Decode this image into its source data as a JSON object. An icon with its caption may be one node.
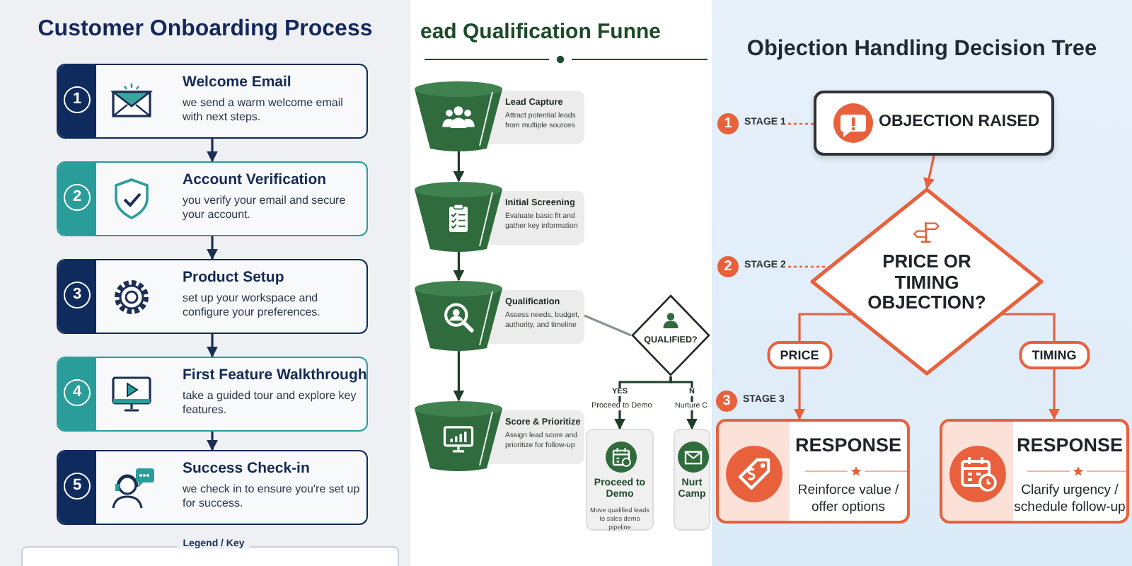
{
  "diagram": {
    "nodes": [
      {
        "text": [
          "1",
          "Welcome Email",
          "we send a warm welcome email with next steps."
        ]
      },
      {
        "text": [
          "2",
          "Account Verification",
          "you verify your email and secure your account."
        ]
      },
      {
        "text": [
          "3",
          "Product Setup",
          "set up your workspace and configure your preferences."
        ]
      },
      {
        "text": [
          "4",
          "First Feature Walkthrough",
          "take a guided tour and explore key features."
        ]
      },
      {
        "text": [
          "5",
          "Success Check-in",
          "we check in to ensure you're set up for success."
        ]
      },
      {
        "text": [
          "Lead Capture",
          "Attract potential leads from multiple sources"
        ]
      },
      {
        "text": [
          "Initial Screening",
          "Evaluate basic fit and gather key information"
        ]
      },
      {
        "text": [
          "Qualification",
          "Assess needs, budget, authority, and timeline"
        ]
      },
      {
        "text": [
          "Score & Prioritize",
          "Assign lead score and prioritize for follow-up"
        ]
      },
      {
        "text": [
          "QUALIFIED?"
        ]
      },
      {
        "text": [
          "Proceed to Demo",
          "Move qualified leads to sales demo pipeline"
        ]
      },
      {
        "text": [
          "Nurt Camp"
        ]
      },
      {
        "text": [
          "OBJECTION RAISED"
        ]
      },
      {
        "text": [
          "PRICE OR TIMING OBJECTION?"
        ]
      },
      {
        "text": [
          "RESPONSE",
          "Reinforce value / offer options"
        ]
      },
      {
        "text": [
          "RESPONSE",
          "Clarify urgency / schedule follow-up"
        ]
      },
      {
        "text": [
          "1",
          "STAGE 1"
        ]
      },
      {
        "text": [
          "2",
          "STAGE 2"
        ]
      },
      {
        "text": [
          "3",
          "STAGE 3"
        ]
      }
    ],
    "edges": [
      {
        "from": 0,
        "to": 1,
        "arrow": "to",
        "color": "#1b2f55"
      },
      {
        "from": 1,
        "to": 2,
        "arrow": "to",
        "color": "#1b2f55"
      },
      {
        "from": 2,
        "to": 3,
        "arrow": "to",
        "color": "#1b2f55"
      },
      {
        "from": 3,
        "to": 4,
        "arrow": "to",
        "color": "#1b2f55"
      },
      {
        "from": 5,
        "to": 6,
        "arrow": "to"
      },
      {
        "from": 6,
        "to": 7,
        "arrow": "to"
      },
      {
        "from": 7,
        "to": 8,
        "arrow": "to"
      },
      {
        "from": 7,
        "to": 9,
        "arrow": "none",
        "color": "#8a968d"
      },
      {
        "from": 9,
        "to": 10,
        "arrow": "to",
        "label": "YES"
      },
      {
        "from": 9,
        "to": 11,
        "arrow": "to",
        "label": "N"
      },
      {
        "from": 12,
        "to": 13,
        "arrow": "to",
        "color": "#e8603c"
      },
      {
        "from": 13,
        "to": 14,
        "arrow": "to",
        "label": "PRICE",
        "color": "#e8603c"
      },
      {
        "from": 13,
        "to": 15,
        "arrow": "to",
        "label": "TIMING",
        "color": "#e8603c"
      },
      {
        "from": 16,
        "to": 12,
        "arrow": "none",
        "style": "dashed",
        "color": "#e8603c"
      },
      {
        "from": 17,
        "to": 13,
        "arrow": "none",
        "style": "dashed",
        "color": "#e8603c"
      }
    ],
    "labels": [
      "Customer Onboarding Process",
      "ead Qualification Funne",
      "Objection Handling Decision Tree",
      "Proceed to Demo",
      "Nurture C",
      "Legend / Key"
    ]
  }
}
